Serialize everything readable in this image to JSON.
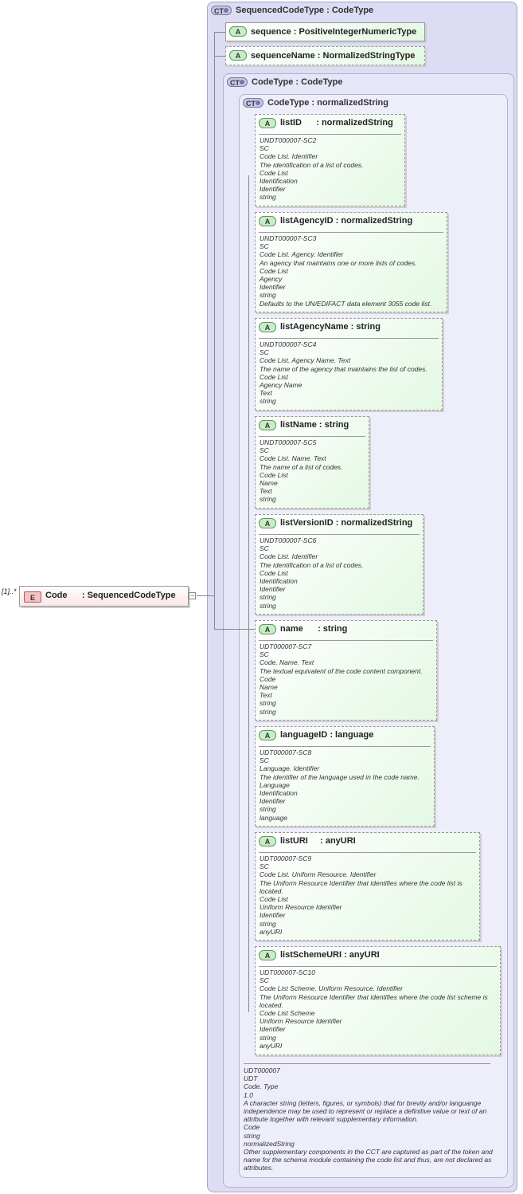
{
  "cardinality": "[1]..*",
  "element": {
    "badge": "E",
    "name": "Code",
    "type": "SequencedCodeType"
  },
  "outer": {
    "badge": "CT",
    "title": "SequencedCodeType : CodeType"
  },
  "middle": {
    "badge": "CT",
    "title": "CodeType : CodeType"
  },
  "inner": {
    "badge": "CT",
    "title": "CodeType : normalizedString"
  },
  "top_attributes": [
    {
      "badge": "A",
      "name": "sequence",
      "type": "PositiveIntegerNumericType"
    },
    {
      "badge": "A",
      "name": "sequenceName",
      "type": "NormalizedStringType"
    }
  ],
  "attributes": [
    {
      "badge": "A",
      "header": "listID      : normalizedString",
      "lines": [
        "UNDT000007-SC2",
        "SC",
        "Code List. Identifier",
        "The identification of a list of codes.",
        "Code List",
        "Identification",
        "Identifier",
        "string"
      ]
    },
    {
      "badge": "A",
      "header": "listAgencyID : normalizedString",
      "lines": [
        "UNDT000007-SC3",
        "SC",
        "Code List. Agency. Identifier",
        "An agency that maintains one or more lists of codes.",
        "Code List",
        "Agency",
        "Identifier",
        "string",
        "Defaults to the UN/EDIFACT data element 3055 code list."
      ]
    },
    {
      "badge": "A",
      "header": "listAgencyName : string",
      "lines": [
        "UNDT000007-SC4",
        "SC",
        "Code List. Agency Name. Text",
        "The name of the agency that maintains the list of codes.",
        "Code List",
        "Agency Name",
        "Text",
        "string"
      ]
    },
    {
      "badge": "A",
      "header": "listName : string",
      "lines": [
        "UNDT000007-SC5",
        "SC",
        "Code List. Name. Text",
        "The name of a list of codes.",
        "Code List",
        "Name",
        "Text",
        "string"
      ]
    },
    {
      "badge": "A",
      "header": "listVersionID : normalizedString",
      "lines": [
        "UNDT000007-SC6",
        "SC",
        "Code List. Identifier",
        "The identification of a list of codes.",
        "Code List",
        "Identification",
        "Identifier",
        "string",
        "string"
      ]
    },
    {
      "badge": "A",
      "header": "name      : string",
      "lines": [
        "UDT000007-SC7",
        "SC",
        "Code. Name. Text",
        "The textual equivalent of the code content component.",
        "Code",
        "Name",
        "Text",
        "string",
        "string"
      ]
    },
    {
      "badge": "A",
      "header": "languageID : language",
      "lines": [
        "UDT000007-SC8",
        "SC",
        "Language. Identifier",
        "The identifier of the language used in the code name.",
        "Language",
        "Identification",
        "Identifier",
        "string",
        "language"
      ]
    },
    {
      "badge": "A",
      "header": "listURI     : anyURI",
      "lines": [
        "UDT000007-SC9",
        "SC",
        "Code List. Uniform Resource. Identifier",
        "The Uniform Resource Identifier that identifies where the code list is located.",
        "Code List",
        "Uniform Resource Identifier",
        "Identifier",
        "string",
        "anyURI"
      ]
    },
    {
      "badge": "A",
      "header": "listSchemeURI : anyURI",
      "lines": [
        "UDT000007-SC10",
        "SC",
        "Code List Scheme. Uniform Resource. Identifier",
        "The Uniform Resource Identifier that identifies where the code list scheme is located.",
        "Code List Scheme",
        "Uniform Resource Identifier",
        "Identifier",
        "string",
        "anyURI"
      ]
    }
  ],
  "footer_lines": [
    "UDT000007",
    "UDT",
    "Code. Type",
    "1.0",
    "A character string (letters, figures, or symbols) that for brevity and/or languange independence may be used to represent or replace a definitive value or text of an attribute together with relevant supplementary information.",
    "Code",
    "string",
    "normalizedString",
    "Other supplementary components in the CCT are captured as part of the token and name for the schema module containing the code list and thus, are not declared as attributes."
  ]
}
